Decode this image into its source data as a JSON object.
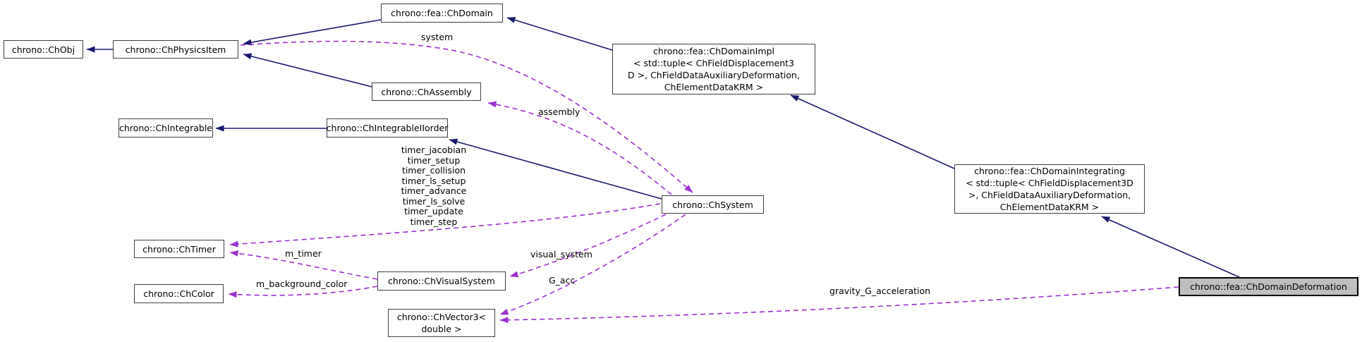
{
  "colors": {
    "inheritance_edge": "#191970",
    "usage_edge": "#9a32cd",
    "node_border": "#404040",
    "node_fill": "#ffffff",
    "selected_node_fill": "#bfbfbf",
    "text": "#000000",
    "background": "#ffffff"
  },
  "nodes": {
    "chobj": {
      "label": "chrono::ChObj"
    },
    "chphysicsitem": {
      "label": "chrono::ChPhysicsItem"
    },
    "chdomain": {
      "label": "chrono::fea::ChDomain"
    },
    "chdomainimpl": {
      "label": "chrono::fea::ChDomainImpl\n< std::tuple< ChFieldDisplacement3\nD >, ChFieldDataAuxiliaryDeformation,\nChElementDataKRM >"
    },
    "chassembly": {
      "label": "chrono::ChAssembly"
    },
    "chintegrable": {
      "label": "chrono::ChIntegrable"
    },
    "chintegrableiiorder": {
      "label": "chrono::ChIntegrableIIorder"
    },
    "chsystem": {
      "label": "chrono::ChSystem"
    },
    "chdomainintegrating": {
      "label": "chrono::fea::ChDomainIntegrating\n< std::tuple< ChFieldDisplacement3D\n>, ChFieldDataAuxiliaryDeformation,\nChElementDataKRM >"
    },
    "chtimer": {
      "label": "chrono::ChTimer"
    },
    "chcolor": {
      "label": "chrono::ChColor"
    },
    "chvisualsystem": {
      "label": "chrono::ChVisualSystem"
    },
    "chvector3": {
      "label": "chrono::ChVector3<\ndouble >"
    },
    "chdomaindeformation": {
      "label": "chrono::fea::ChDomainDeformation",
      "selected": true
    }
  },
  "edge_labels": {
    "system": "system",
    "assembly": "assembly",
    "timers": "timer_jacobian\ntimer_setup\ntimer_collision\ntimer_ls_setup\ntimer_advance\ntimer_ls_solve\ntimer_update\ntimer_step",
    "m_timer": "m_timer",
    "m_background_color": "m_background_color",
    "visual_system": "visual_system",
    "g_acc": "G_acc",
    "gravity_g_acceleration": "gravity_G_acceleration"
  }
}
